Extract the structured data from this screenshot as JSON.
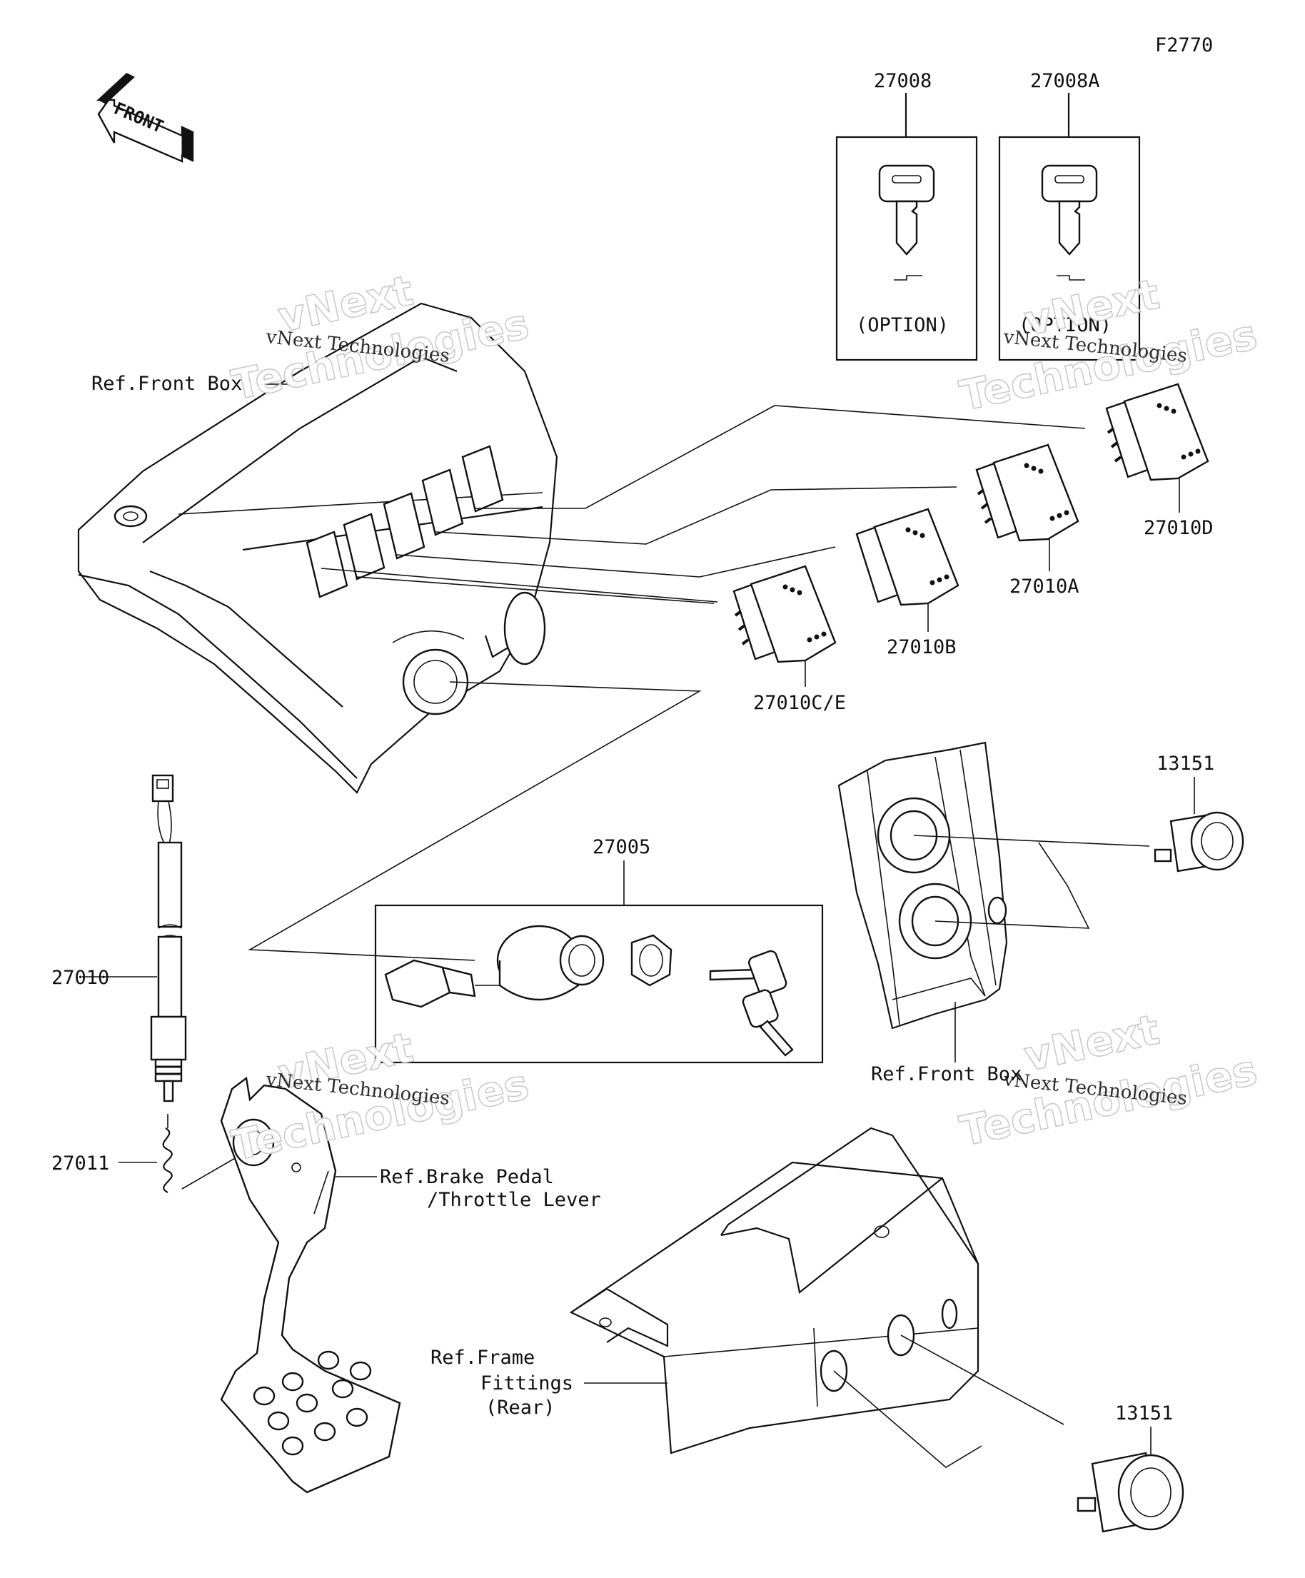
{
  "figure_code": "F2770",
  "front_arrow_text": "FRONT",
  "watermark": {
    "brand_line1": "vNext",
    "brand_line2": "Technologies",
    "caption": "vNext Technologies"
  },
  "parts": {
    "key_a": "27008",
    "key_b": "27008A",
    "option_a": "(OPTION)",
    "option_b": "(OPTION)",
    "switch_d": "27010D",
    "switch_a": "27010A",
    "switch_b": "27010B",
    "switch_ce": "27010C/E",
    "ignition_switch": "27005",
    "socket_upper": "13151",
    "socket_lower": "13151",
    "brake_switch": "27010",
    "spring": "27011"
  },
  "references": {
    "front_box_upper": "Ref.Front Box",
    "front_box_lower": "Ref.Front Box",
    "brake_pedal_line1": "Ref.Brake Pedal",
    "brake_pedal_line2": "/Throttle Lever",
    "frame_line1": "Ref.Frame",
    "frame_line2": "Fittings",
    "frame_line3": "(Rear)"
  },
  "colors": {
    "ink": "#111111",
    "watermark_outline": "#c8c8c8",
    "background": "#ffffff"
  }
}
